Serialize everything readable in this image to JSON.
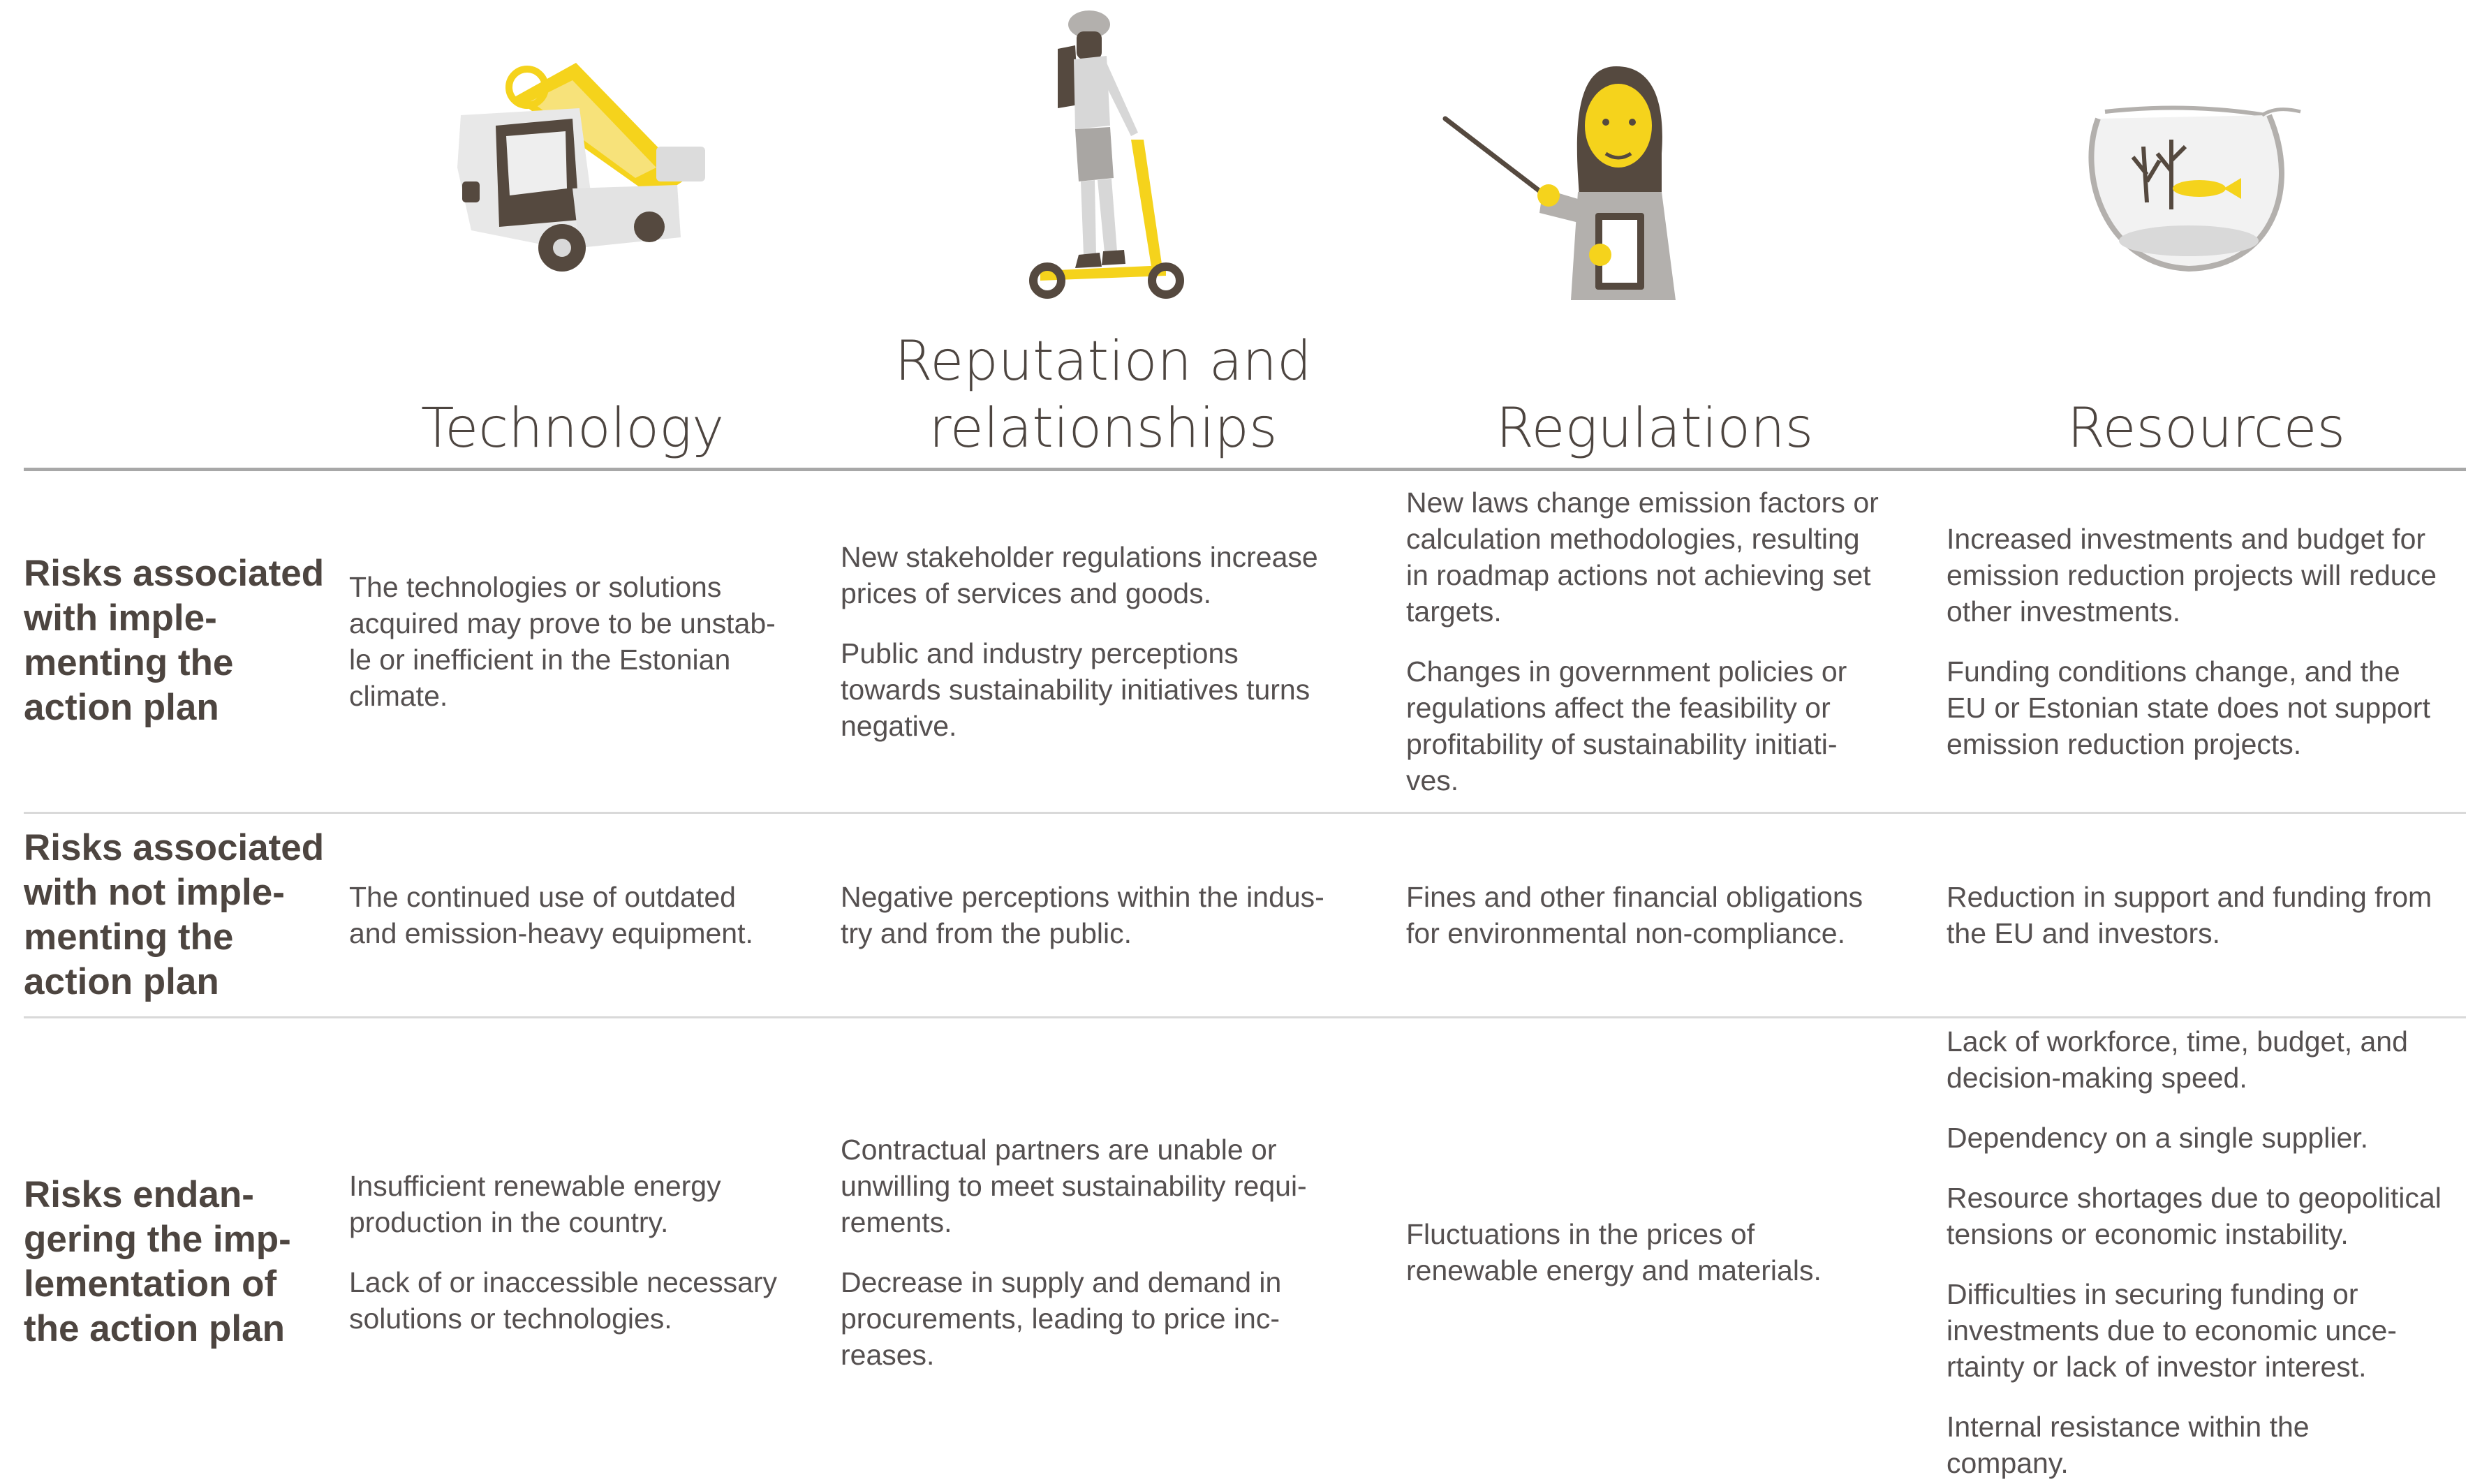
{
  "columns": [
    {
      "icon": "electric-truck-icon",
      "title_lines": [
        "Technology"
      ]
    },
    {
      "icon": "scooter-rider-icon",
      "title_lines": [
        "Reputation and",
        "relationships"
      ]
    },
    {
      "icon": "presenter-woman-icon",
      "title_lines": [
        "Regulations"
      ]
    },
    {
      "icon": "fishbowl-icon",
      "title_lines": [
        "Resources"
      ]
    }
  ],
  "colors": {
    "accent": "#f5d31c",
    "dark": "#55493f",
    "grey": "#b3b0ad",
    "rule": "#a8a8a8"
  },
  "rows": [
    {
      "label_lines": [
        "Risks associated",
        "with imple-",
        "menting the",
        "action plan"
      ],
      "cells": [
        [
          [
            "The technologies or solutions",
            "acquired may prove to be unstab-",
            "le or inefficient in the Estonian",
            "climate."
          ]
        ],
        [
          [
            "New stakeholder regulations increase",
            "prices of services and goods."
          ],
          [
            "Public and industry perceptions",
            "towards sustainability initiatives turns",
            "negative."
          ]
        ],
        [
          [
            "New laws change emission factors or",
            "calculation methodologies, resulting",
            "in roadmap actions not achieving set",
            "targets."
          ],
          [
            "Changes in government policies or",
            "regulations affect the feasibility or",
            "profitability of sustainability initiati-",
            "ves."
          ]
        ],
        [
          [
            "Increased investments and budget for",
            "emission reduction projects will reduce",
            "other investments."
          ],
          [
            "Funding conditions change, and the",
            "EU or Estonian state does not support",
            "emission reduction projects."
          ]
        ]
      ]
    },
    {
      "label_lines": [
        "Risks associated",
        "with not imple-",
        "menting the",
        "action plan"
      ],
      "cells": [
        [
          [
            "The continued use of outdated",
            "and emission-heavy equipment."
          ]
        ],
        [
          [
            "Negative perceptions within the indus-",
            "try and from the public."
          ]
        ],
        [
          [
            "Fines and other financial obligations",
            "for environmental non-compliance."
          ]
        ],
        [
          [
            "Reduction in support and funding from",
            "the EU and investors."
          ]
        ]
      ]
    },
    {
      "label_lines": [
        "Risks endan-",
        "gering the imp-",
        "lementation of",
        "the action plan"
      ],
      "cells": [
        [
          [
            "Insufficient renewable energy",
            "production in the country."
          ],
          [
            "Lack of or inaccessible necessary",
            "solutions or technologies."
          ]
        ],
        [
          [
            "Contractual partners are unable or",
            "unwilling to meet sustainability requi-",
            "rements."
          ],
          [
            "Decrease in supply and demand in",
            "procurements, leading to price inc-",
            "reases."
          ]
        ],
        [
          [
            "Fluctuations in the prices of",
            "renewable energy and materials."
          ]
        ],
        [
          [
            "Lack of workforce, time, budget, and",
            "decision-making speed."
          ],
          [
            "Dependency on a single supplier."
          ],
          [
            "Resource shortages due to geopolitical",
            "tensions or economic instability."
          ],
          [
            "Difficulties in securing funding or",
            "investments due to economic unce-",
            "rtainty or lack of investor interest."
          ],
          [
            "Internal resistance within the",
            "company."
          ]
        ]
      ]
    }
  ]
}
